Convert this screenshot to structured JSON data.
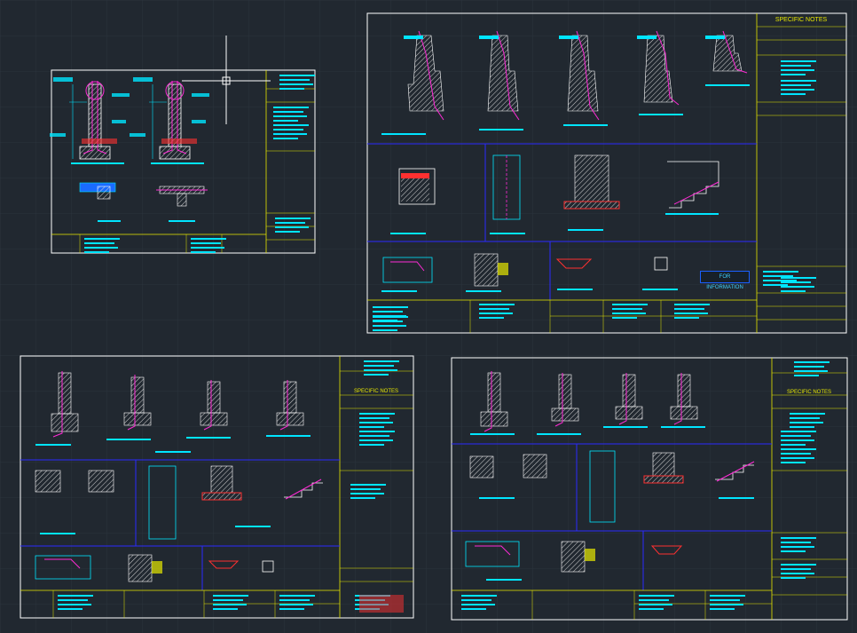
{
  "canvas": {
    "background": "#212830",
    "grid_color": "#2b333d",
    "colors": {
      "sheet_border": "#ffffff",
      "section_lines": "#2a2aff",
      "title_block": "#e8e800",
      "dims": "#00e5ff",
      "rebar": "#ff2bd6",
      "concrete": "#d8d8d8",
      "accent_red": "#ff3030",
      "text": "#00e5ff"
    }
  },
  "crosshair": {
    "visible": true
  },
  "sheets": [
    {
      "id": "sheet-top-left",
      "headline": ""
    },
    {
      "id": "sheet-top-right",
      "headline": "SPECIFIC NOTES"
    },
    {
      "id": "sheet-bottom-left",
      "headline": "SPECIFIC NOTES"
    },
    {
      "id": "sheet-bottom-right",
      "headline": "SPECIFIC NOTES"
    }
  ],
  "stamp": {
    "text": "FOR INFORMATION"
  }
}
